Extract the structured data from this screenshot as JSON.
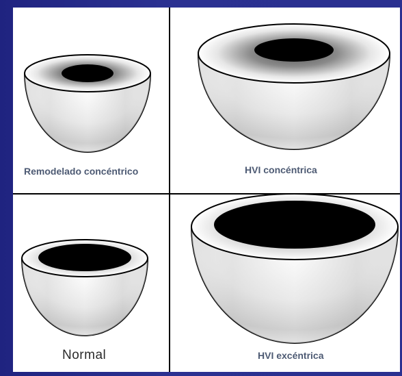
{
  "labels": {
    "top_left": "Remodelado concéntrico",
    "top_right": "HVI concéntrica",
    "bottom_left": "Normal",
    "bottom_right": "HVI excéntrica"
  }
}
